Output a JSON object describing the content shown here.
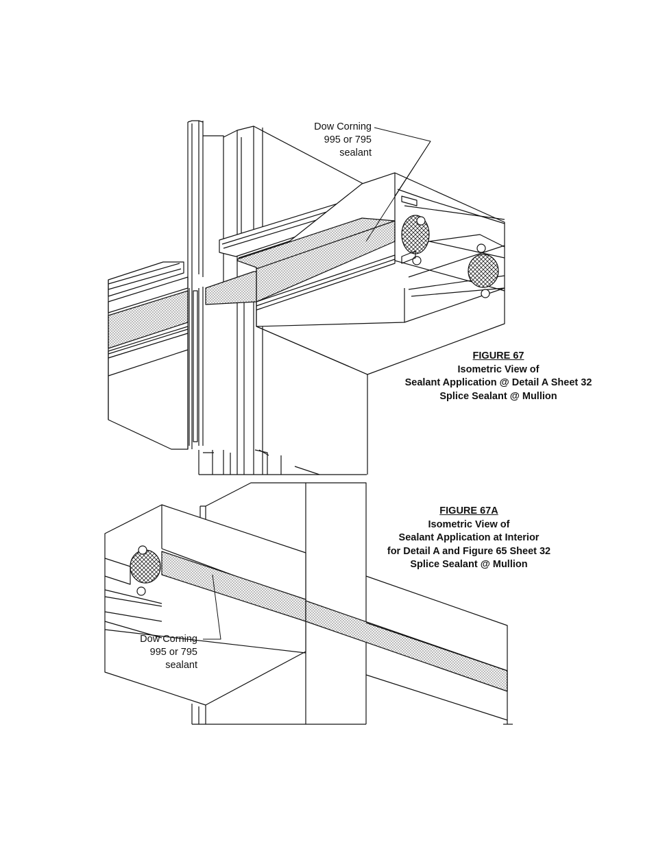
{
  "figure67": {
    "callout": [
      "Dow Corning",
      "995 or 795",
      "sealant"
    ],
    "title": "FIGURE  67",
    "lines": [
      "Isometric View of",
      "Sealant Application @ Detail A Sheet 32",
      "Splice Sealant @ Mullion"
    ]
  },
  "figure67a": {
    "callout": [
      "Dow Corning",
      "995 or 795",
      "sealant"
    ],
    "title": "FIGURE  67A",
    "lines": [
      "Isometric View of",
      "Sealant Application at Interior",
      "for Detail A and Figure 65 Sheet 32",
      "Splice Sealant @ Mullion"
    ]
  },
  "colors": {
    "ink": "#111111",
    "sealant_fill": "#e6e6e6",
    "paper": "#ffffff"
  }
}
